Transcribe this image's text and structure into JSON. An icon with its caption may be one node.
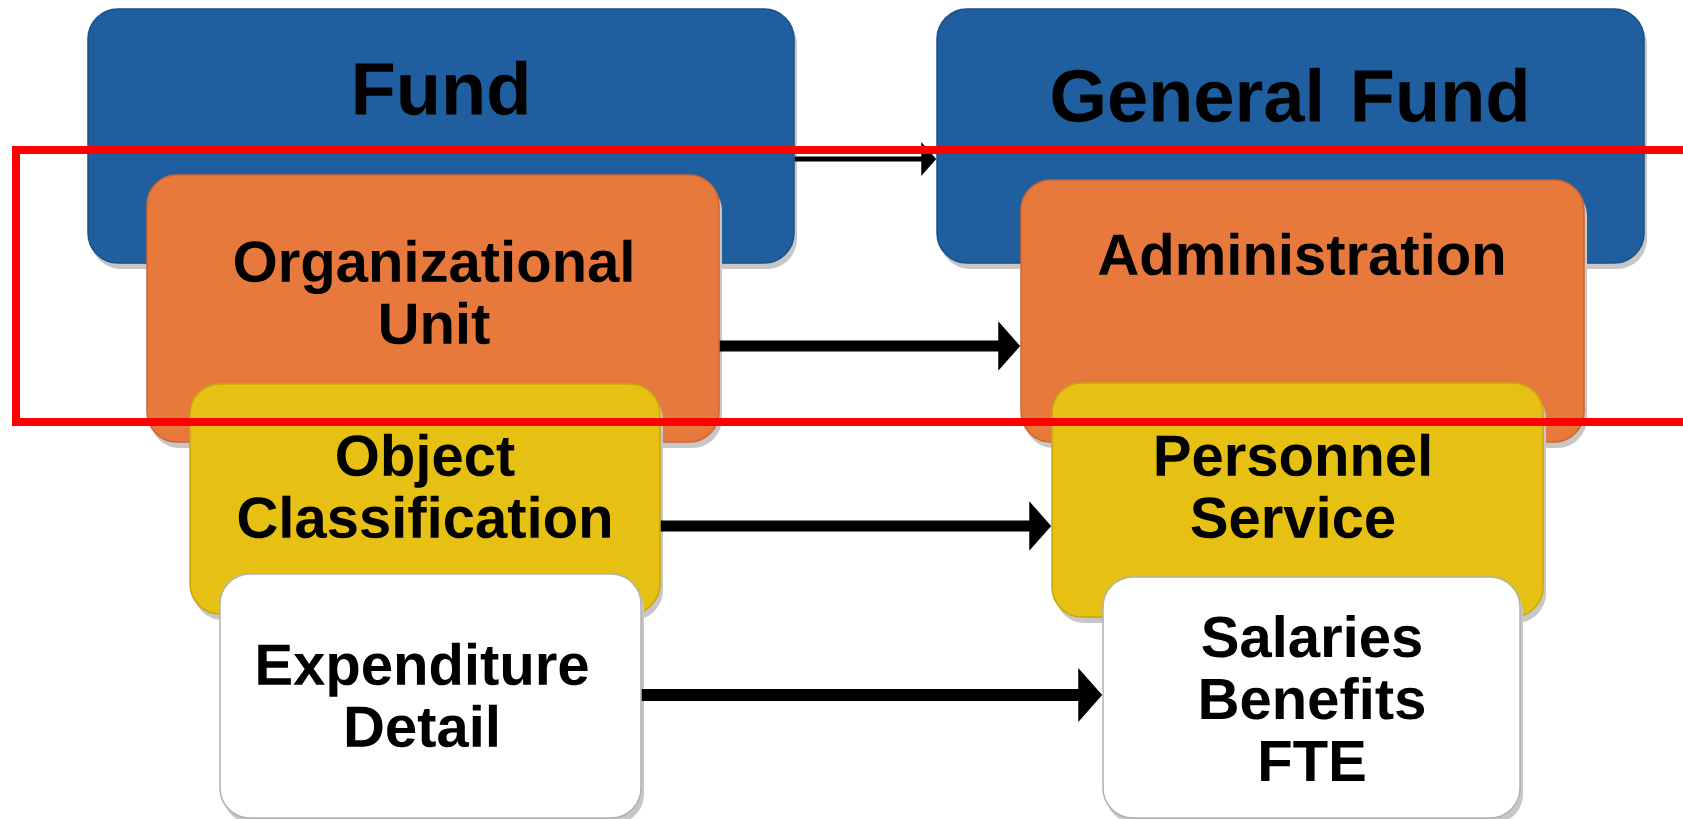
{
  "diagram": {
    "nodes": [
      {
        "text": [
          "Fund"
        ]
      },
      {
        "text": [
          "General Fund"
        ]
      },
      {
        "text": [
          "Organizational Unit"
        ]
      },
      {
        "text": [
          "Administration"
        ]
      },
      {
        "text": [
          "Object Classification"
        ]
      },
      {
        "text": [
          "Personnel Service"
        ]
      },
      {
        "text": [
          "Expenditure Detail"
        ]
      },
      {
        "text": [
          "Salaries Benefits FTE"
        ]
      }
    ],
    "edges": [
      {
        "from": 0,
        "to": 1,
        "arrow": "to"
      },
      {
        "from": 2,
        "to": 3,
        "arrow": "to"
      },
      {
        "from": 4,
        "to": 5,
        "arrow": "to"
      },
      {
        "from": 6,
        "to": 7,
        "arrow": "to"
      }
    ]
  }
}
